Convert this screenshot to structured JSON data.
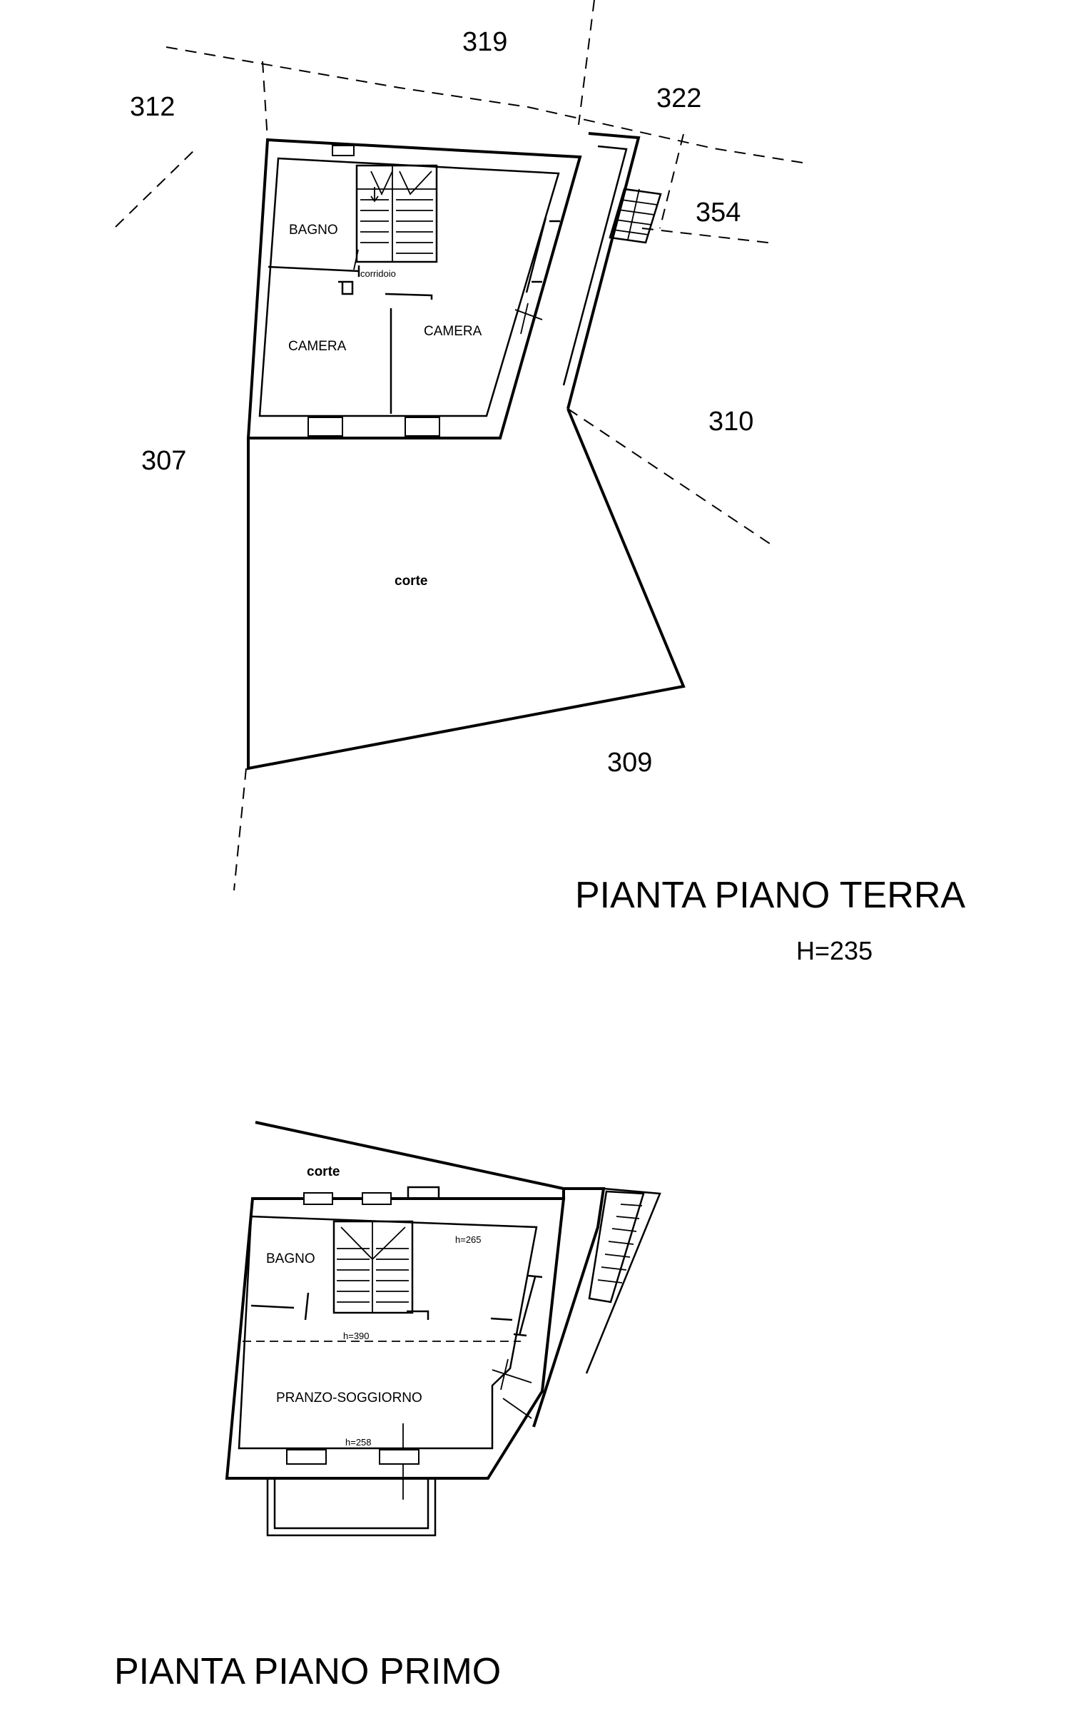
{
  "ground_floor": {
    "title": "PIANTA PIANO TERRA",
    "height_note": "H=235",
    "parcels": [
      "319",
      "312",
      "322",
      "354",
      "310",
      "307",
      "309"
    ],
    "rooms": {
      "bathroom": "BAGNO",
      "corridor": "corridoio",
      "bedroom_left": "CAMERA",
      "bedroom_right": "CAMERA",
      "courtyard": "corte"
    }
  },
  "first_floor": {
    "title": "PIANTA PIANO PRIMO",
    "rooms": {
      "courtyard": "corte",
      "bathroom": "BAGNO",
      "living_dining": "PRANZO-SOGGIORNO"
    },
    "heights": {
      "top": "h=265",
      "middle": "h=390",
      "bottom": "h=258"
    }
  }
}
